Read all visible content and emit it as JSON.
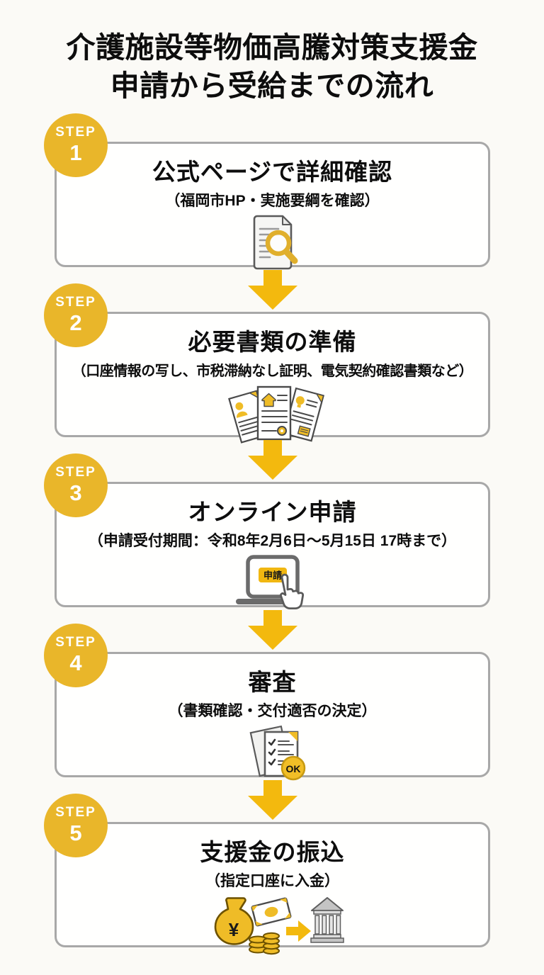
{
  "title": {
    "line1": "介護施設等物価高騰対策支援金",
    "line2": "申請から受給までの流れ"
  },
  "step_label": "STEP",
  "steps": [
    {
      "number": "1",
      "heading": "公式ページで詳細確認",
      "sub": "（福岡市HP・実施要綱を確認）",
      "icon": "document-magnifier-icon"
    },
    {
      "number": "2",
      "heading": "必要書類の準備",
      "sub": "（口座情報の写し、市税滞納なし証明、電気契約確認書類など）",
      "icon": "documents-icon"
    },
    {
      "number": "3",
      "heading": "オンライン申請",
      "sub": "（申請受付期間：令和8年2月6日～5月15日 17時まで）",
      "icon": "laptop-apply-icon",
      "button_label": "申請"
    },
    {
      "number": "4",
      "heading": "審査",
      "sub": "（書類確認・交付適否の決定）",
      "icon": "checklist-ok-icon",
      "badge_label": "OK"
    },
    {
      "number": "5",
      "heading": "支援金の振込",
      "sub": "（指定口座に入金）",
      "icon": "money-transfer-bank-icon",
      "money_symbol": "¥"
    }
  ],
  "colors": {
    "accent_gold": "#E9B62A",
    "arrow_gold": "#F3B90E",
    "icon_gold": "#EFBC27",
    "box_border": "#A8A8A8",
    "background": "#FBFAF6",
    "text": "#0D0D0D"
  }
}
